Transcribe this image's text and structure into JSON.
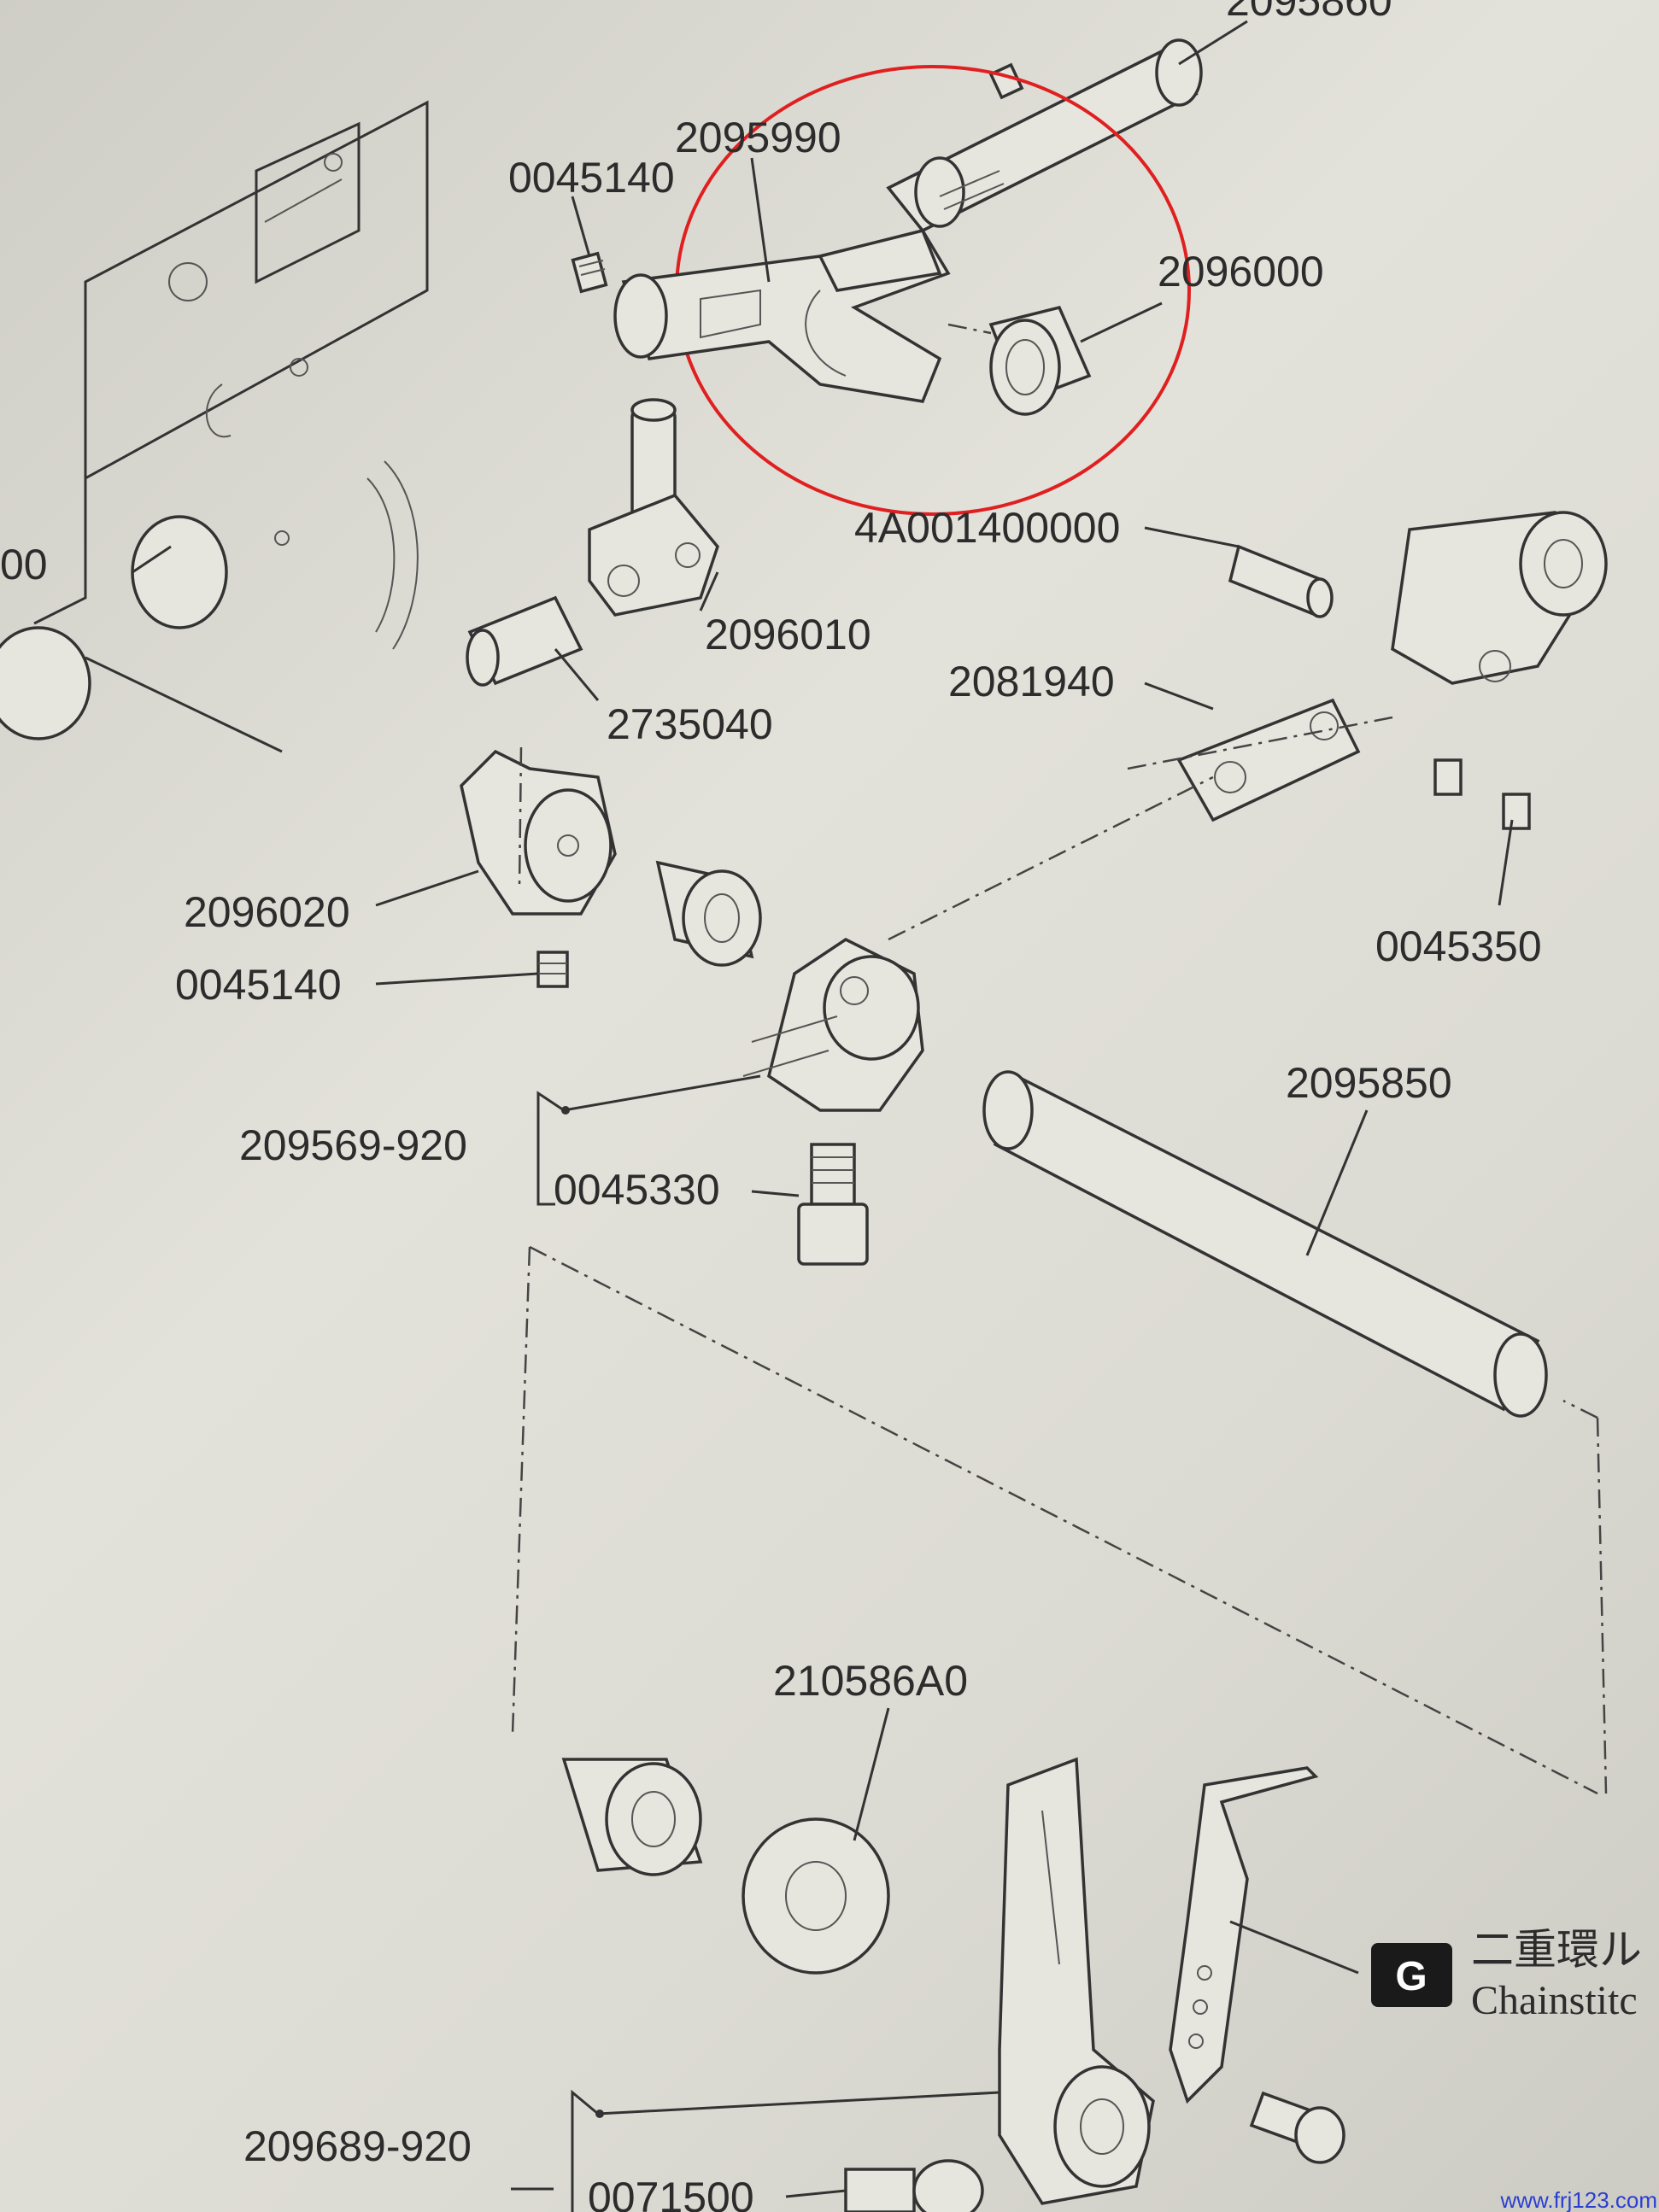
{
  "labels": {
    "top_cut": "2095860",
    "l2095990": "2095990",
    "l0045140a": "0045140",
    "l2096000": "2096000",
    "l4a": "4A001400000",
    "l2096010": "2096010",
    "l2081940": "2081940",
    "l2735040": "2735040",
    "l2096020": "2096020",
    "l0045350": "0045350",
    "l0045140b": "0045140",
    "l2095850": "2095850",
    "l209569": "209569-920",
    "l0045330": "0045330",
    "l210586": "210586A0",
    "l209689": "209689-920",
    "l0071500": "0071500",
    "left_cut": "00"
  },
  "section": {
    "badge": "G",
    "title_jp": "二重環ル",
    "title_en": "Chainstitc"
  },
  "watermark": "www.frj123.com",
  "colors": {
    "highlight_circle": "#e02020",
    "badge_bg": "#1a1a1a",
    "watermark": "#2a3fd0"
  }
}
